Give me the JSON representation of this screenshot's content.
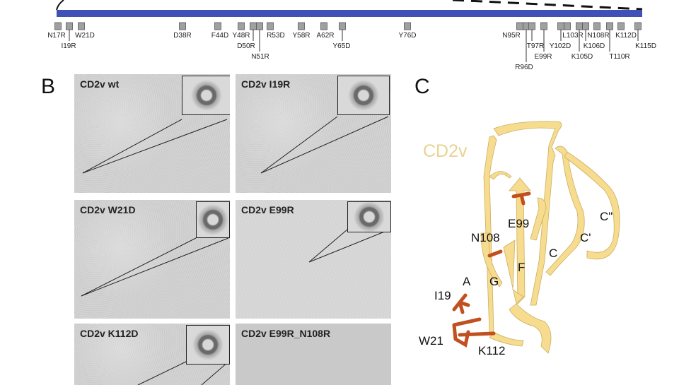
{
  "top": {
    "mutations": [
      "N17R",
      "I19R",
      "W21D",
      "D38R",
      "F44D",
      "Y48R",
      "D50R",
      "N51R",
      "R53D",
      "Y58R",
      "A62R",
      "Y65D",
      "Y76D",
      "N95R",
      "R96D",
      "T97R",
      "E99R",
      "Y102D",
      "L103R",
      "K105D",
      "K106D",
      "N108R",
      "T110R",
      "K112D",
      "K115D"
    ],
    "colors": {
      "bar": "#3f51b5",
      "box": "#a0a0a0"
    }
  },
  "panel_b": {
    "letter": "B",
    "images": [
      {
        "title": "CD2v wt"
      },
      {
        "title": "CD2v I19R"
      },
      {
        "title": "CD2v W21D"
      },
      {
        "title": "CD2v E99R"
      },
      {
        "title": "CD2v K112D"
      },
      {
        "title": "CD2v E99R_N108R"
      }
    ]
  },
  "panel_c": {
    "letter": "C",
    "protein_label": "CD2v",
    "strands": [
      "A",
      "G",
      "F",
      "C",
      "C'",
      "C\""
    ],
    "residues": [
      "E99",
      "N108",
      "I19",
      "W21",
      "K112"
    ],
    "colors": {
      "ribbon": "#f7dc90",
      "residue": "#c0501f",
      "label": "#e8d393"
    }
  }
}
